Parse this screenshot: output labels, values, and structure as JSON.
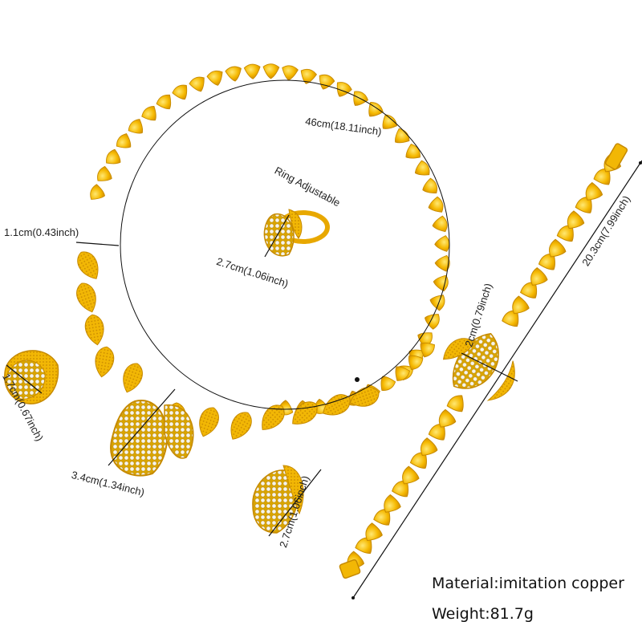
{
  "labels": {
    "necklace_length": "46cm(18.11inch)",
    "ring_note": "Ring Adjustable",
    "ring_size": "2.7cm(1.06inch)",
    "necklace_width": "1.1cm(0.43inch)",
    "stud_earring_size": "1.7cm(0.67inch)",
    "pendant_size": "3.4cm(1.34inch)",
    "drop_earring_size": "2.7cm(1.06inch)",
    "bracelet_width": "2cm(0.79inch)",
    "bracelet_length": "20.3cm(7.99inch)"
  },
  "specs": {
    "material": "Material:imitation copper",
    "weight": "Weight:81.7g"
  },
  "colors": {
    "gold": "#f2b705",
    "gold_light": "#ffd84a",
    "gold_dark": "#c98a00",
    "rhinestone": "#f4f2ea",
    "line": "#111111"
  }
}
